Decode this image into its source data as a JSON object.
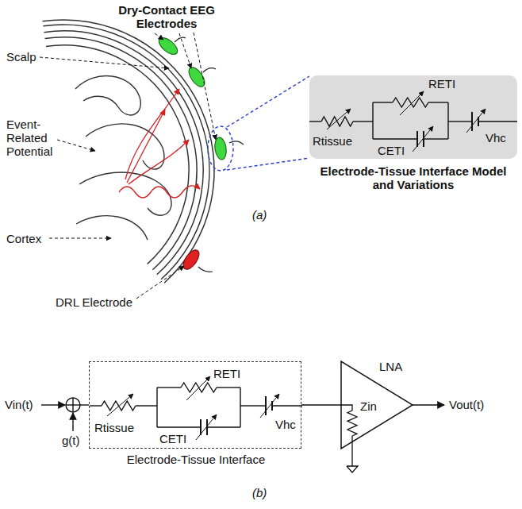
{
  "diagram": {
    "nodes": [
      {
        "text": [
          "RETI",
          "Rtissue",
          "CETI",
          "Vhc",
          "Electrode-Tissue Interface Model and Variations"
        ]
      },
      {
        "text": [
          "RETI",
          "Rtissue",
          "CETI",
          "Vhc",
          "Electrode-Tissue Interface"
        ]
      },
      {
        "text": [
          "LNA",
          "Zin"
        ]
      }
    ],
    "edges": [
      {
        "from": 1,
        "to": 2,
        "arrow": "none"
      }
    ],
    "labels": [
      "Dry-Contact EEG Electrodes",
      "Scalp",
      "Event-Related Potential",
      "Cortex",
      "DRL Electrode",
      "(a)",
      "Vin(t)",
      "g(t)",
      "Vout(t)",
      "(b)"
    ]
  }
}
